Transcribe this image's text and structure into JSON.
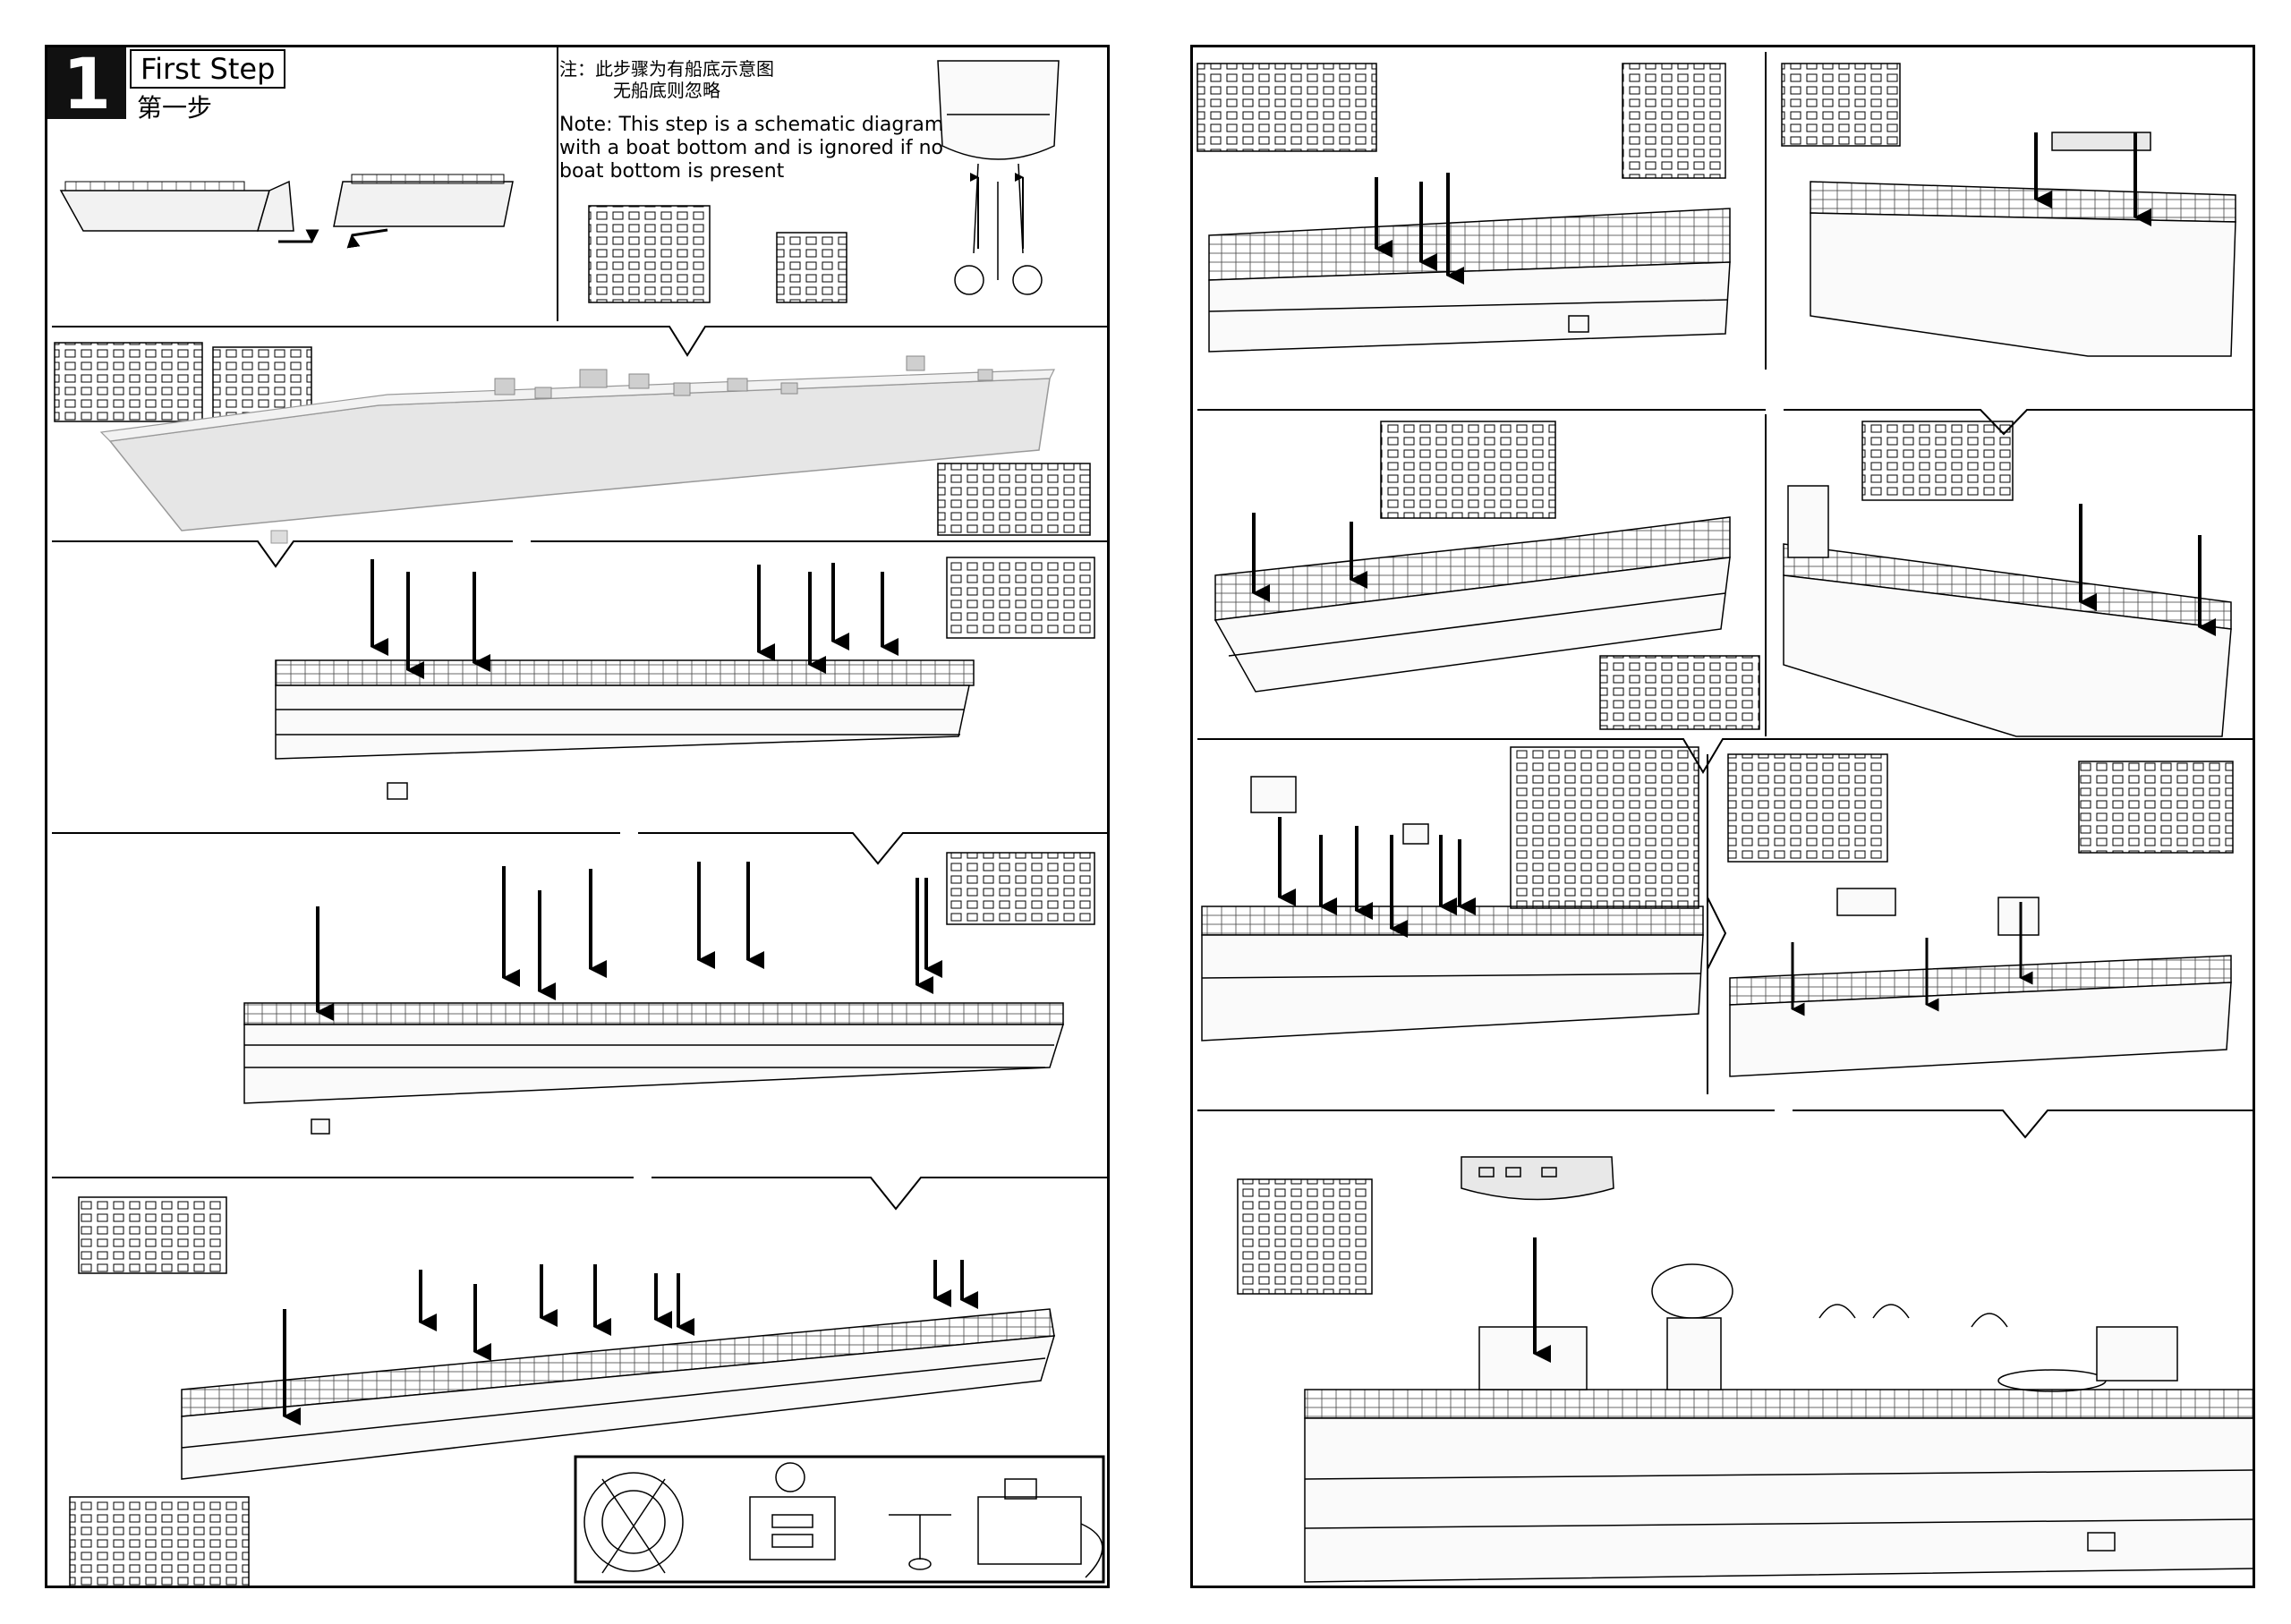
{
  "step": {
    "number": "1",
    "title": "First Step",
    "subtitle": "第一步"
  },
  "note": {
    "zh_line1": "注：此步骤为有船底示意图",
    "zh_line2": "无船底则忽略",
    "en": "Note: This step is a schematic diagram with a boat bottom and is ignored if no boat bottom is present"
  },
  "colors": {
    "ink": "#000000",
    "hull_fill": "#e6e6e6",
    "paper": "#ffffff"
  },
  "icons": [
    "arrow-down-icon",
    "arrow-right-icon",
    "arrow-left-icon",
    "sprue-icon",
    "ship-hull-icon"
  ]
}
